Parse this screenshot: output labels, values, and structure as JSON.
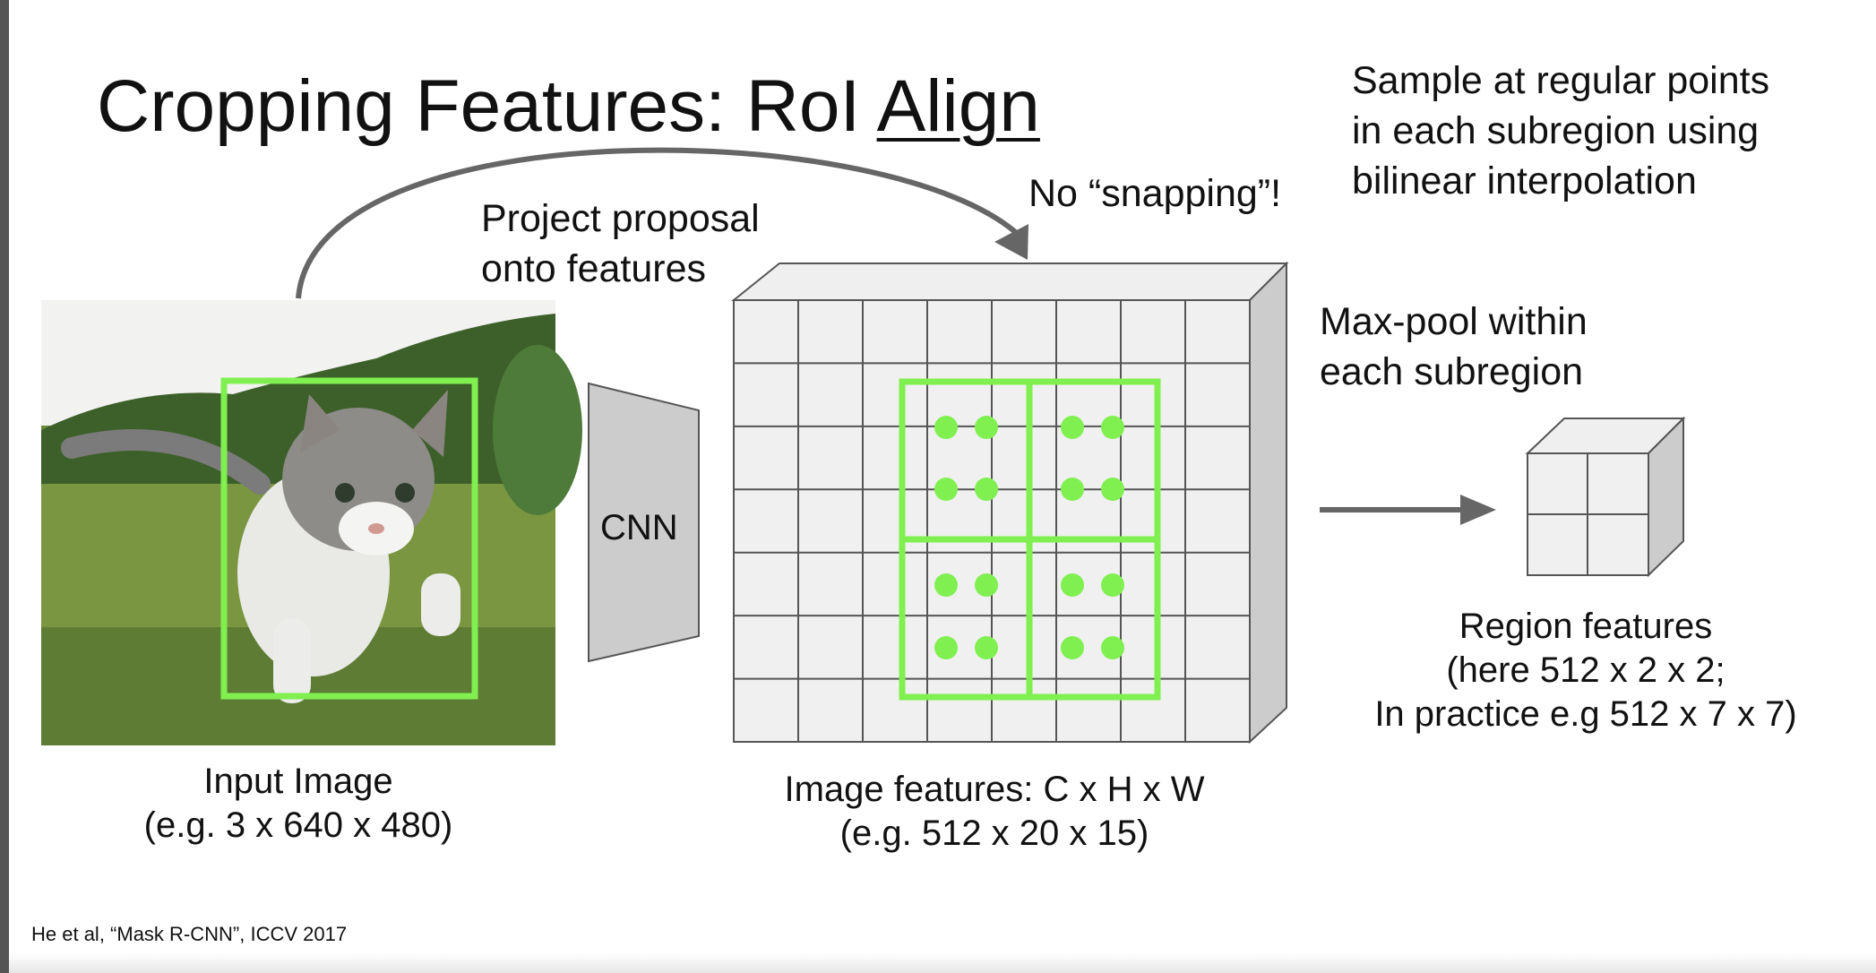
{
  "title": {
    "prefix": "Cropping Features: RoI ",
    "emphasis": "Align"
  },
  "annotations": {
    "project": [
      "Project proposal",
      "onto features"
    ],
    "no_snapping": "No “snapping”!",
    "sample": [
      "Sample at regular points",
      "in each subregion using",
      "bilinear interpolation"
    ],
    "maxpool": [
      "Max-pool within",
      "each subregion"
    ]
  },
  "cnn_label": "CNN",
  "input_caption": [
    "Input Image",
    "(e.g. 3 x 640 x 480)"
  ],
  "features_caption": [
    "Image features: C x H x W",
    "(e.g. 512 x 20 x 15)"
  ],
  "region_caption": [
    "Region features",
    "(here 512 x 2 x 2;",
    "In practice e.g 512 x 7 x 7)"
  ],
  "citation": "He et al, “Mask R-CNN”, ICCV 2017",
  "colors": {
    "roi": "#7ff050",
    "grid": "#555555",
    "face": "#f0f0f0",
    "side": "#cccccc",
    "arrow": "#666666"
  }
}
